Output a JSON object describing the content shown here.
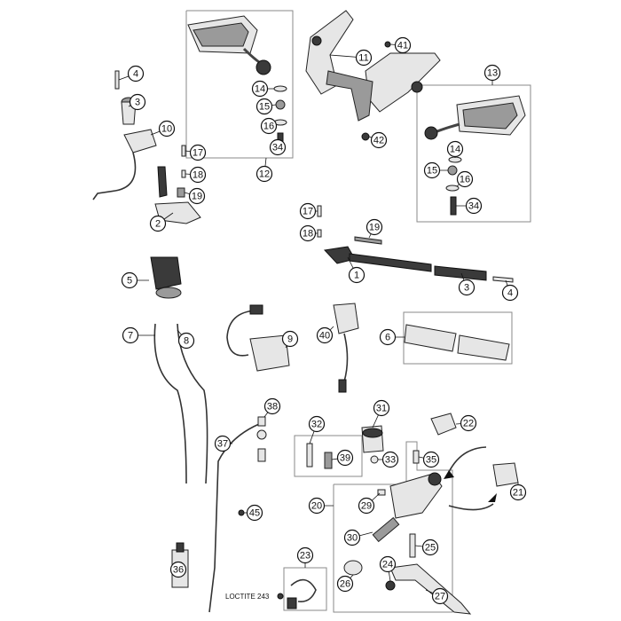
{
  "callouts": [
    {
      "num": "1"
    },
    {
      "num": "2"
    },
    {
      "num": "3"
    },
    {
      "num": "3"
    },
    {
      "num": "4"
    },
    {
      "num": "4"
    },
    {
      "num": "5"
    },
    {
      "num": "6"
    },
    {
      "num": "7"
    },
    {
      "num": "8"
    },
    {
      "num": "9"
    },
    {
      "num": "10"
    },
    {
      "num": "11"
    },
    {
      "num": "12"
    },
    {
      "num": "13"
    },
    {
      "num": "14"
    },
    {
      "num": "14"
    },
    {
      "num": "15"
    },
    {
      "num": "15"
    },
    {
      "num": "16"
    },
    {
      "num": "16"
    },
    {
      "num": "17"
    },
    {
      "num": "17"
    },
    {
      "num": "18"
    },
    {
      "num": "18"
    },
    {
      "num": "19"
    },
    {
      "num": "19"
    },
    {
      "num": "20"
    },
    {
      "num": "21"
    },
    {
      "num": "22"
    },
    {
      "num": "23"
    },
    {
      "num": "24"
    },
    {
      "num": "25"
    },
    {
      "num": "26"
    },
    {
      "num": "27"
    },
    {
      "num": "29"
    },
    {
      "num": "30"
    },
    {
      "num": "31"
    },
    {
      "num": "32"
    },
    {
      "num": "33"
    },
    {
      "num": "34"
    },
    {
      "num": "34"
    },
    {
      "num": "35"
    },
    {
      "num": "36"
    },
    {
      "num": "37"
    },
    {
      "num": "38"
    },
    {
      "num": "39"
    },
    {
      "num": "40"
    },
    {
      "num": "41"
    },
    {
      "num": "42"
    },
    {
      "num": "45"
    }
  ],
  "loctite_label": "LOCTITE 243"
}
